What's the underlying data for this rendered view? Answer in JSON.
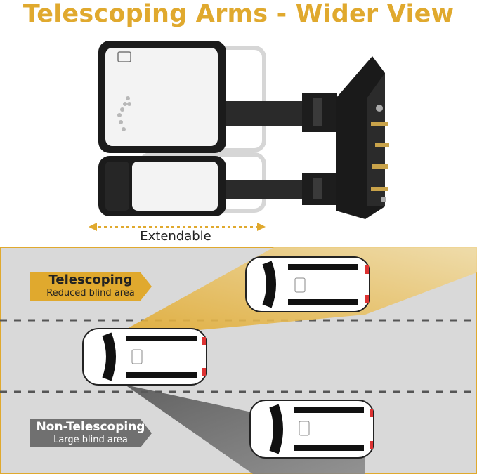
{
  "title": "Telescoping Arms - Wider View",
  "mirror": {
    "extend_label": "Extendable"
  },
  "legend": {
    "telescoping": {
      "label": "Telescoping",
      "sub": "Reduced blind area"
    },
    "non_telescoping": {
      "label": "Non-Telescoping",
      "sub": "Large blind area"
    }
  },
  "colors": {
    "accent": "#e0a92e",
    "road": "#d9d9d9",
    "gray_tag": "#7a7a7a",
    "dark_cone": "#5a5a5a"
  }
}
